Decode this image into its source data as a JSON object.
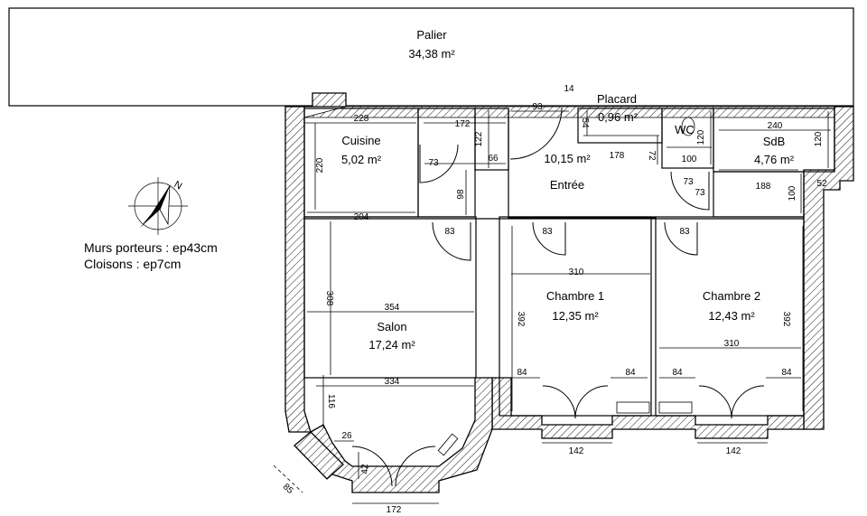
{
  "rooms": {
    "palier": {
      "name": "Palier",
      "area": "34,38 m²"
    },
    "cuisine": {
      "name": "Cuisine",
      "area": "5,02 m²"
    },
    "placard": {
      "name": "Placard",
      "area": "0,96 m²"
    },
    "wc": {
      "name": "WC"
    },
    "sdb": {
      "name": "SdB",
      "area": "4,76 m²"
    },
    "entree": {
      "name": "Entrée",
      "area": "10,15 m²"
    },
    "salon": {
      "name": "Salon",
      "area": "17,24 m²"
    },
    "chambre1": {
      "name": "Chambre 1",
      "area": "12,35 m²"
    },
    "chambre2": {
      "name": "Chambre 2",
      "area": "12,43 m²"
    }
  },
  "dimensions": {
    "d228": "228",
    "d172_top": "172",
    "d93": "93",
    "d14": "14",
    "d54": "54",
    "d240": "240",
    "d220": "220",
    "d122": "122",
    "d66": "66",
    "d73_a": "73",
    "d98": "98",
    "d204": "204",
    "d178": "178",
    "d72": "72",
    "d120_wc": "120",
    "d100_wc": "100",
    "d120_sdb": "120",
    "d73_b": "73",
    "d73_c": "73",
    "d188": "188",
    "d100_sdb": "100",
    "d52": "52",
    "d83_a": "83",
    "d83_b": "83",
    "d83_c": "83",
    "d310_a": "310",
    "d310_b": "310",
    "d308": "308",
    "d354": "354",
    "d392_a": "392",
    "d392_b": "392",
    "d334": "334",
    "d84_a": "84",
    "d84_b": "84",
    "d84_c": "84",
    "d84_d": "84",
    "d116": "116",
    "d26": "26",
    "d42": "42",
    "d142_a": "142",
    "d142_b": "142",
    "d172_bottom": "172",
    "d85": "85"
  },
  "legend": {
    "walls": "Murs porteurs : ep43cm",
    "partitions": "Cloisons : ep7cm"
  },
  "compass": {
    "label": "N"
  }
}
